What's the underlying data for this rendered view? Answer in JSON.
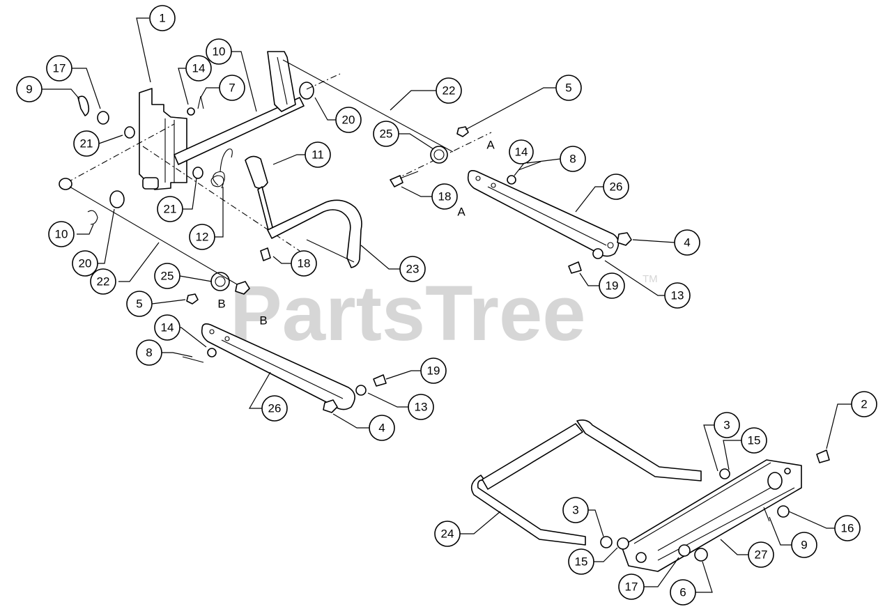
{
  "watermark": {
    "brand": "PartsTree",
    "mark": "TM"
  },
  "callouts": [
    {
      "id": "c1",
      "label": "1"
    },
    {
      "id": "c10a",
      "label": "10"
    },
    {
      "id": "c17a",
      "label": "17"
    },
    {
      "id": "c14a",
      "label": "14"
    },
    {
      "id": "c7",
      "label": "7"
    },
    {
      "id": "c9a",
      "label": "9"
    },
    {
      "id": "c21a",
      "label": "21"
    },
    {
      "id": "c20a",
      "label": "20"
    },
    {
      "id": "c22a",
      "label": "22"
    },
    {
      "id": "c5a",
      "label": "5"
    },
    {
      "id": "c25a",
      "label": "25"
    },
    {
      "id": "c14b",
      "label": "14"
    },
    {
      "id": "c8a",
      "label": "8"
    },
    {
      "id": "c11",
      "label": "11"
    },
    {
      "id": "c21b",
      "label": "21"
    },
    {
      "id": "c18a",
      "label": "18"
    },
    {
      "id": "c26a",
      "label": "26"
    },
    {
      "id": "c10b",
      "label": "10"
    },
    {
      "id": "c12",
      "label": "12"
    },
    {
      "id": "c4a",
      "label": "4"
    },
    {
      "id": "c20b",
      "label": "20"
    },
    {
      "id": "c18b",
      "label": "18"
    },
    {
      "id": "c23",
      "label": "23"
    },
    {
      "id": "c22b",
      "label": "22"
    },
    {
      "id": "c25b",
      "label": "25"
    },
    {
      "id": "c19a",
      "label": "19"
    },
    {
      "id": "c13a",
      "label": "13"
    },
    {
      "id": "c5b",
      "label": "5"
    },
    {
      "id": "c14c",
      "label": "14"
    },
    {
      "id": "c8b",
      "label": "8"
    },
    {
      "id": "c19b",
      "label": "19"
    },
    {
      "id": "c26b",
      "label": "26"
    },
    {
      "id": "c13b",
      "label": "13"
    },
    {
      "id": "c4b",
      "label": "4"
    },
    {
      "id": "c2",
      "label": "2"
    },
    {
      "id": "c3a",
      "label": "3"
    },
    {
      "id": "c15a",
      "label": "15"
    },
    {
      "id": "c3b",
      "label": "3"
    },
    {
      "id": "c24",
      "label": "24"
    },
    {
      "id": "c16",
      "label": "16"
    },
    {
      "id": "c15b",
      "label": "15"
    },
    {
      "id": "c9b",
      "label": "9"
    },
    {
      "id": "c27",
      "label": "27"
    },
    {
      "id": "c17b",
      "label": "17"
    },
    {
      "id": "c6",
      "label": "6"
    }
  ],
  "reference_letters": [
    {
      "id": "la1",
      "label": "A"
    },
    {
      "id": "la2",
      "label": "A"
    },
    {
      "id": "lb1",
      "label": "B"
    },
    {
      "id": "lb2",
      "label": "B"
    }
  ]
}
